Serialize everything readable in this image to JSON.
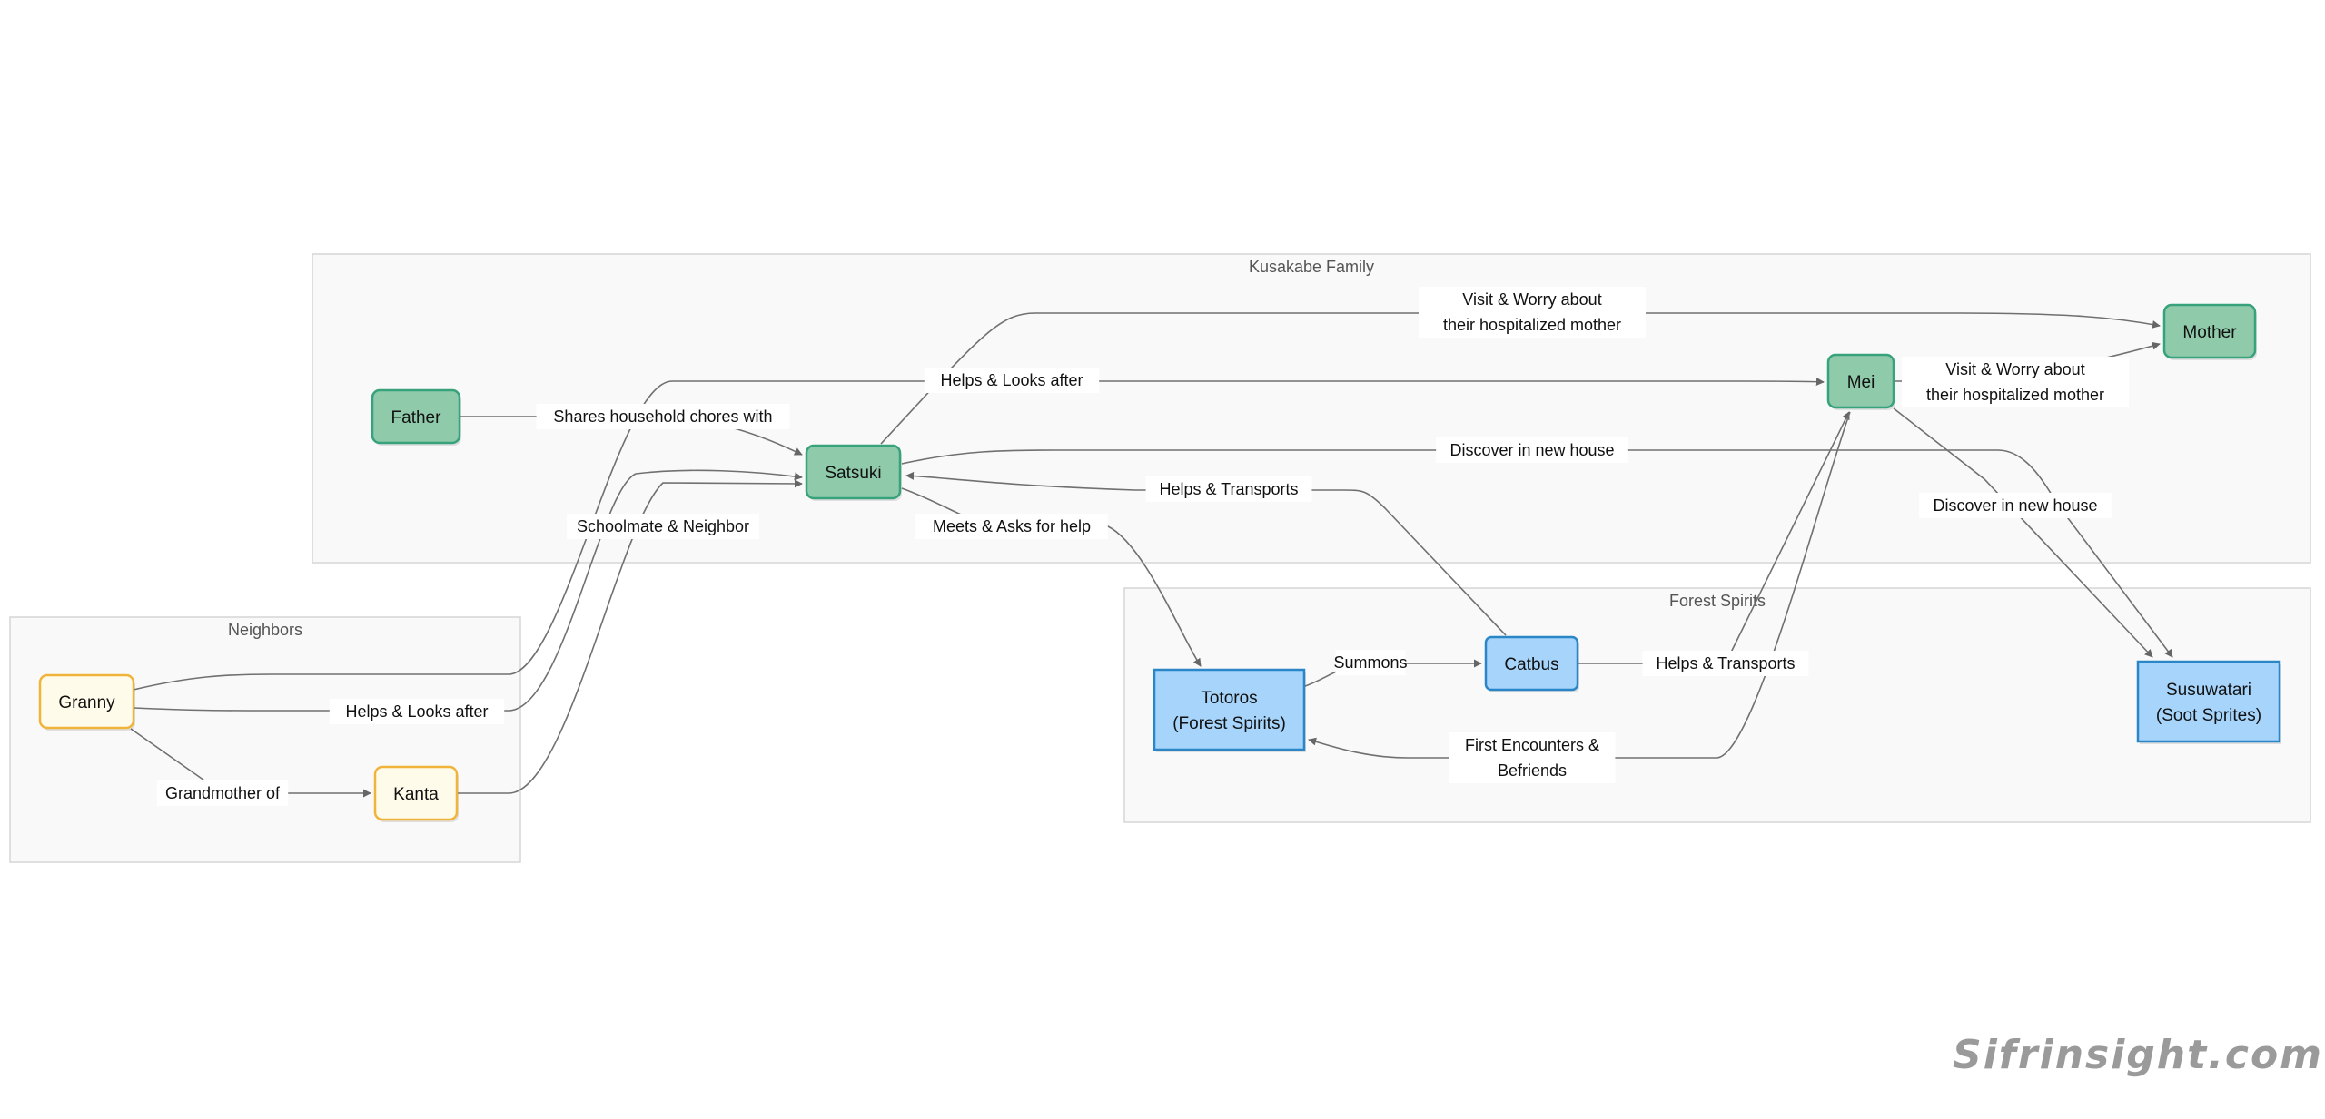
{
  "colors": {
    "family_fill": "#8fcaaa",
    "family_stroke": "#38a27c",
    "neighbor_fill": "#fffbea",
    "neighbor_stroke": "#f1b43a",
    "spirit_fill": "#a6d4fb",
    "spirit_stroke": "#2b86c8"
  },
  "clusters": {
    "family": "Kusakabe Family",
    "neighbors": "Neighbors",
    "spirits": "Forest Spirits"
  },
  "nodes": {
    "father": [
      "Father"
    ],
    "satsuki": [
      "Satsuki"
    ],
    "mei": [
      "Mei"
    ],
    "mother": [
      "Mother"
    ],
    "granny": [
      "Granny"
    ],
    "kanta": [
      "Kanta"
    ],
    "totoros": [
      "Totoros",
      "(Forest Spirits)"
    ],
    "catbus": [
      "Catbus"
    ],
    "susuwatari": [
      "Susuwatari",
      "(Soot Sprites)"
    ]
  },
  "edges": {
    "satsuki_mother": [
      "Visit & Worry about",
      "their hospitalized mother"
    ],
    "granny_mei": [
      "Helps & Looks after"
    ],
    "father_satsuki": [
      "Shares household chores with"
    ],
    "mei_mother": [
      "Visit & Worry about",
      "their hospitalized mother"
    ],
    "satsuki_susuwatari": [
      "Discover in new house"
    ],
    "mei_susuwatari": [
      "Discover in new house"
    ],
    "catbus_satsuki": [
      "Helps & Transports"
    ],
    "kanta_satsuki": [
      "Schoolmate & Neighbor"
    ],
    "satsuki_totoros": [
      "Meets & Asks for help"
    ],
    "granny_satsuki": [
      "Helps & Looks after"
    ],
    "granny_kanta": [
      "Grandmother of"
    ],
    "totoros_catbus": [
      "Summons"
    ],
    "catbus_mei": [
      "Helps & Transports"
    ],
    "mei_totoros": [
      "First Encounters &",
      "Befriends"
    ]
  },
  "watermark": "Sifrinsight.com"
}
